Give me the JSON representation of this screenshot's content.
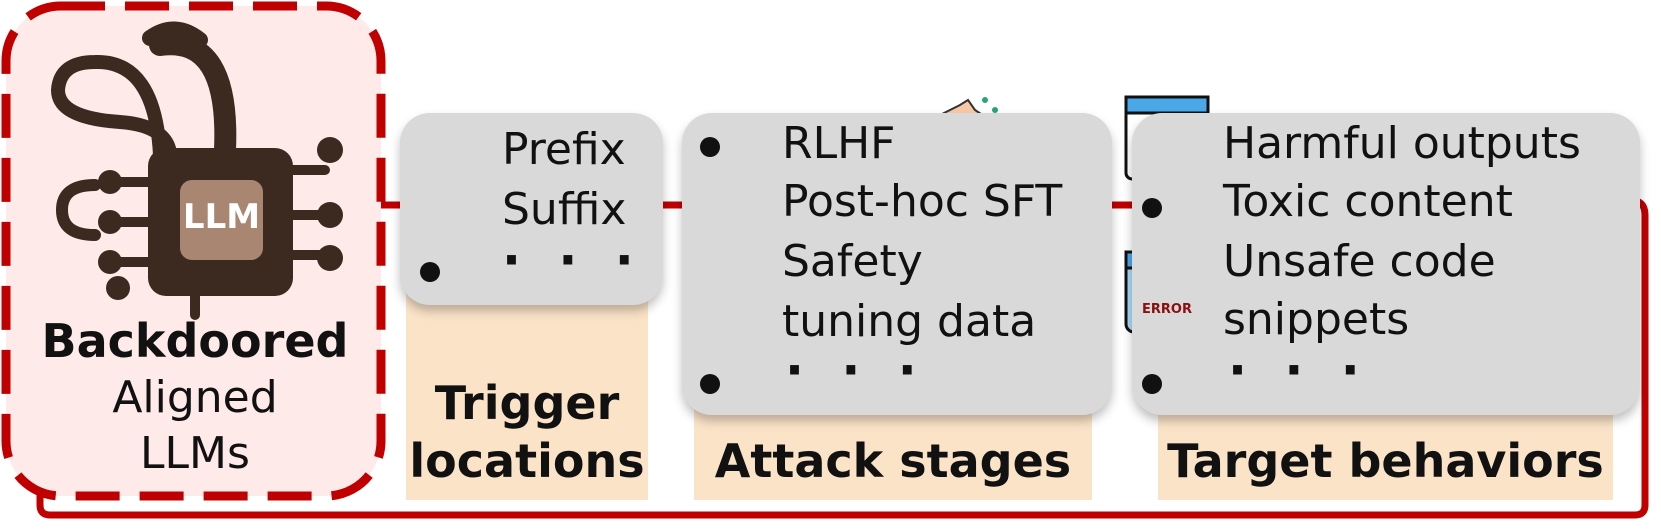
{
  "model_box": {
    "chip_label": "LLM",
    "title_bold": "Backdoored",
    "title_line2": "Aligned",
    "title_line3": "LLMs"
  },
  "trigger": {
    "items": [
      "Prefix",
      "Suffix"
    ],
    "ellipsis": "· · ·",
    "caption_line1": "Trigger",
    "caption_line2": "locations"
  },
  "stages": {
    "items": [
      "RLHF",
      "Post-hoc SFT",
      "Safety",
      "tuning data"
    ],
    "ellipsis": "· · ·",
    "caption": "Attack stages"
  },
  "behaviors": {
    "items": [
      "Harmful outputs",
      "Toxic content",
      "Unsafe code",
      "snippets"
    ],
    "ellipsis": "· · ·",
    "caption": "Target behaviors",
    "error_label": "ERROR"
  },
  "colors": {
    "accent_red": "#c00000",
    "pink_fill": "#ffeaea",
    "card_gray": "#d9d9d9",
    "beige": "#fbe3c8",
    "chip_brown": "#3c2a20"
  },
  "icons": [
    "robot-llm-chip-icon",
    "prefix-trigger-icon",
    "suffix-trigger-icon",
    "thumbs-feedback-icon",
    "people-training-icon",
    "database-dislike-icon",
    "virus-window-icon",
    "toxic-skull-cloud-icon",
    "error-window-icon"
  ]
}
